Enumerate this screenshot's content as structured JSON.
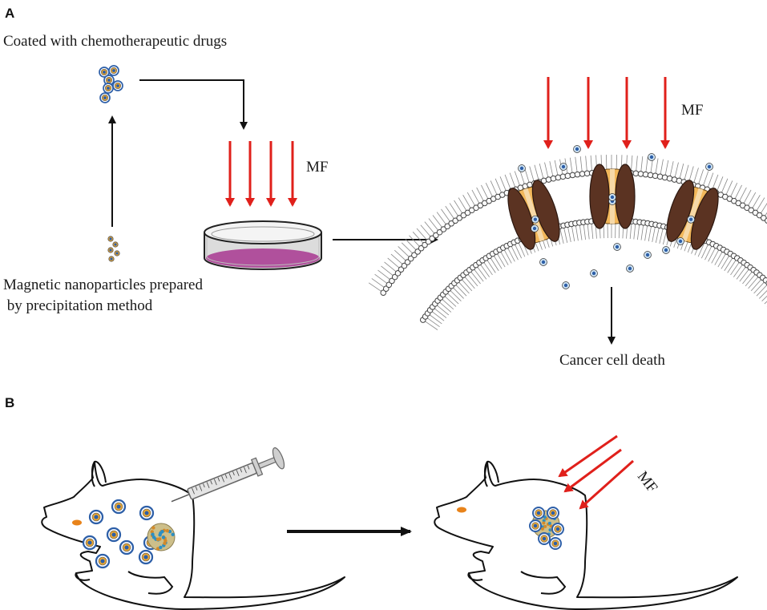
{
  "panel_a": {
    "label": "A",
    "coated_caption": "Coated with chemotherapeutic drugs",
    "mnp_caption_line1": "Magnetic nanoparticles prepared",
    "mnp_caption_line2": " by precipitation method",
    "mf_label_dish": "MF",
    "mf_label_membrane": "MF",
    "outcome_caption": "Cancer cell death"
  },
  "panel_b": {
    "label": "B",
    "mf_label": "MF"
  },
  "colors": {
    "field_arrow": "#e0201b",
    "particle_core": "#2d5fa8",
    "particle_ring": "#e8a632",
    "dish_medium": "#b0509c",
    "channel": "#5b3322",
    "channel_pore": "#f2b75a",
    "lipid": "#444444"
  },
  "icons": [
    "nanoparticle-icon",
    "petri-dish-icon",
    "ion-channel-icon",
    "syringe-icon",
    "mouse-icon",
    "tumor-icon"
  ]
}
